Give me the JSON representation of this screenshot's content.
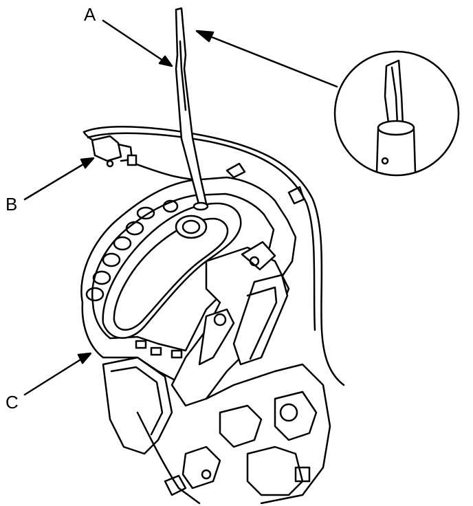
{
  "diagram": {
    "callouts": [
      {
        "id": "A",
        "text": "A"
      },
      {
        "id": "B",
        "text": "B"
      },
      {
        "id": "C",
        "text": "C"
      }
    ],
    "colors": {
      "line": "#000000",
      "background": "#ffffff"
    }
  }
}
